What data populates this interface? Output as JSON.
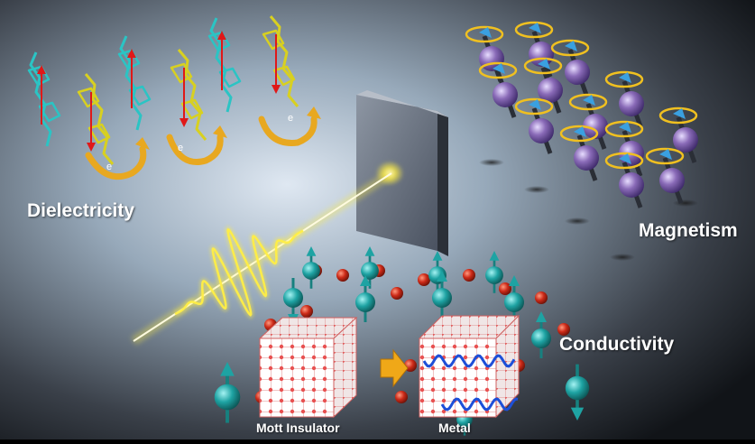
{
  "labels": {
    "dielectricity": "Dielectricity",
    "magnetism": "Magnetism",
    "conductivity": "Conductivity",
    "mott_insulator": "Mott Insulator",
    "metal": "Metal",
    "electron": "e"
  },
  "colors": {
    "background_center": "#c7d7e6",
    "background_edge": "#111418",
    "cyan_molecule": "#2bc4c4",
    "yellow_molecule": "#d8d020",
    "dipole_arrow": "#e01818",
    "electron_arrow": "#e8a820",
    "spin_sphere": "#8a6bb8",
    "spin_ring": "#f0c020",
    "spin_cone": "#3aa0e0",
    "laser": "#ffee44",
    "cyan_spin": "#1ea3a3",
    "red_atom": "#cc2a18",
    "wave": "#1d4fd8",
    "arrow_between_cubes": "#f0a818"
  },
  "icons": [
    "laser-pulse",
    "mirror-plate",
    "electron-arrow-icon",
    "spin-arrow-icon",
    "lattice-cube"
  ]
}
